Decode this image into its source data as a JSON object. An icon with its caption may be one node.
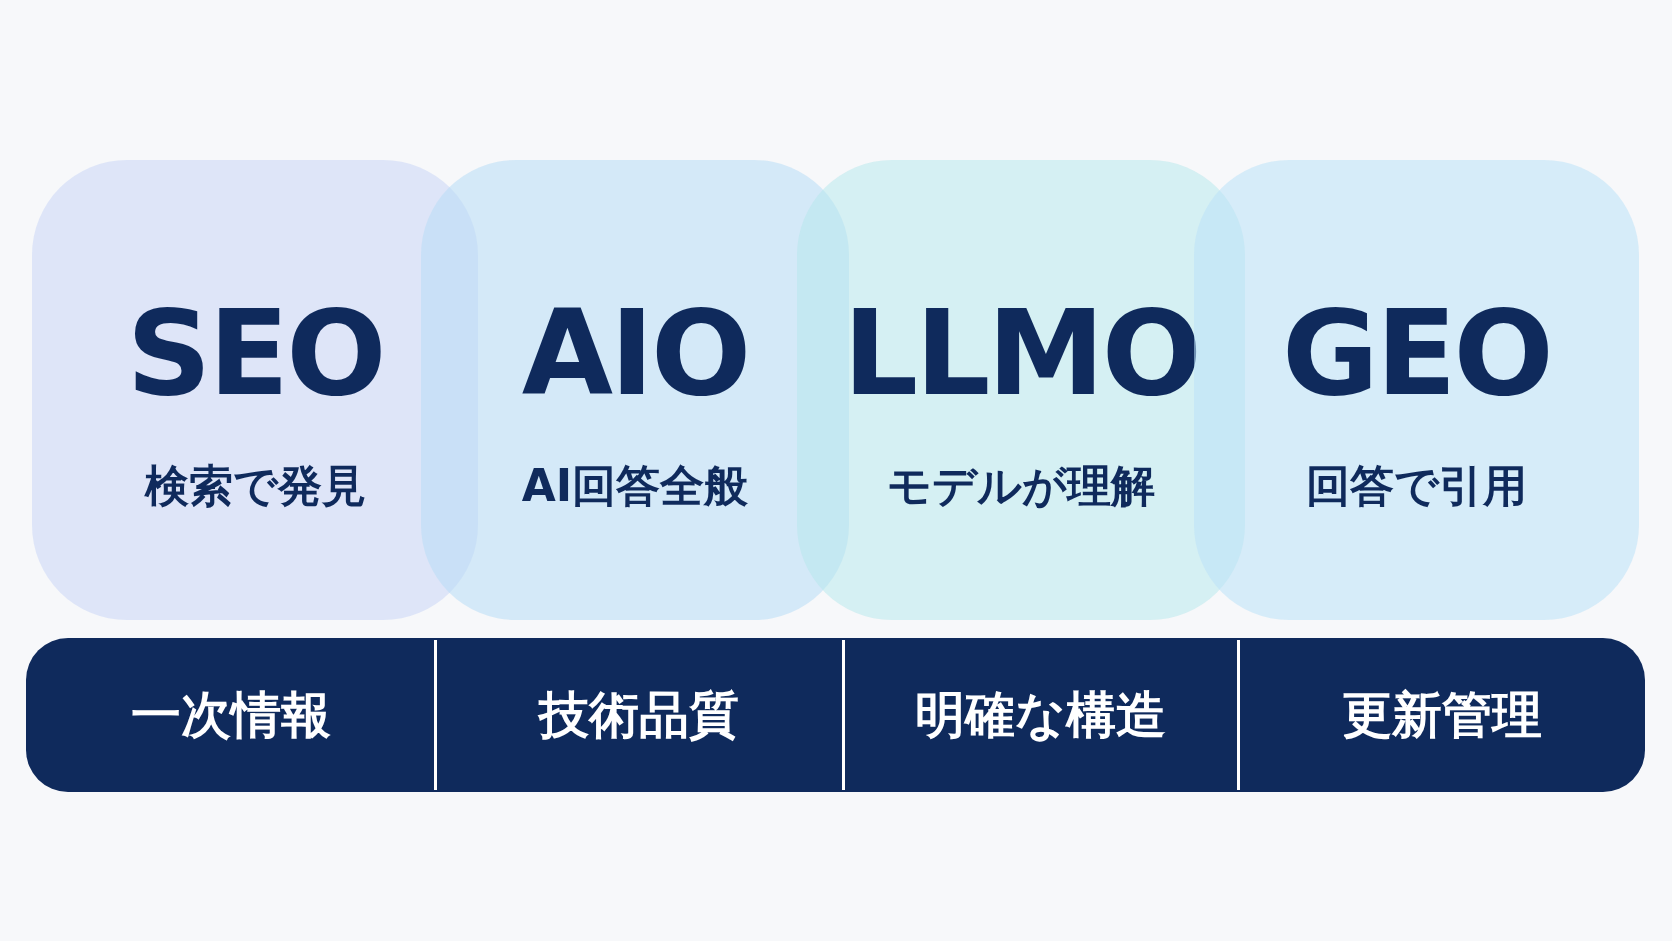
{
  "diagram": {
    "nodes": [
      {
        "text": [
          "SEO",
          "検索で発見"
        ]
      },
      {
        "text": [
          "AIO",
          "AI回答全般"
        ]
      },
      {
        "text": [
          "LLMO",
          "モデルが理解"
        ]
      },
      {
        "text": [
          "GEO",
          "回答で引用"
        ]
      },
      {
        "text": [],
        "shape": "bar"
      },
      {
        "text": [
          "一次情報"
        ],
        "in": 4
      },
      {
        "text": [
          "技術品質"
        ],
        "in": 4
      },
      {
        "text": [
          "明確な構造"
        ],
        "in": 4
      },
      {
        "text": [
          "更新管理"
        ],
        "in": 4
      }
    ]
  }
}
